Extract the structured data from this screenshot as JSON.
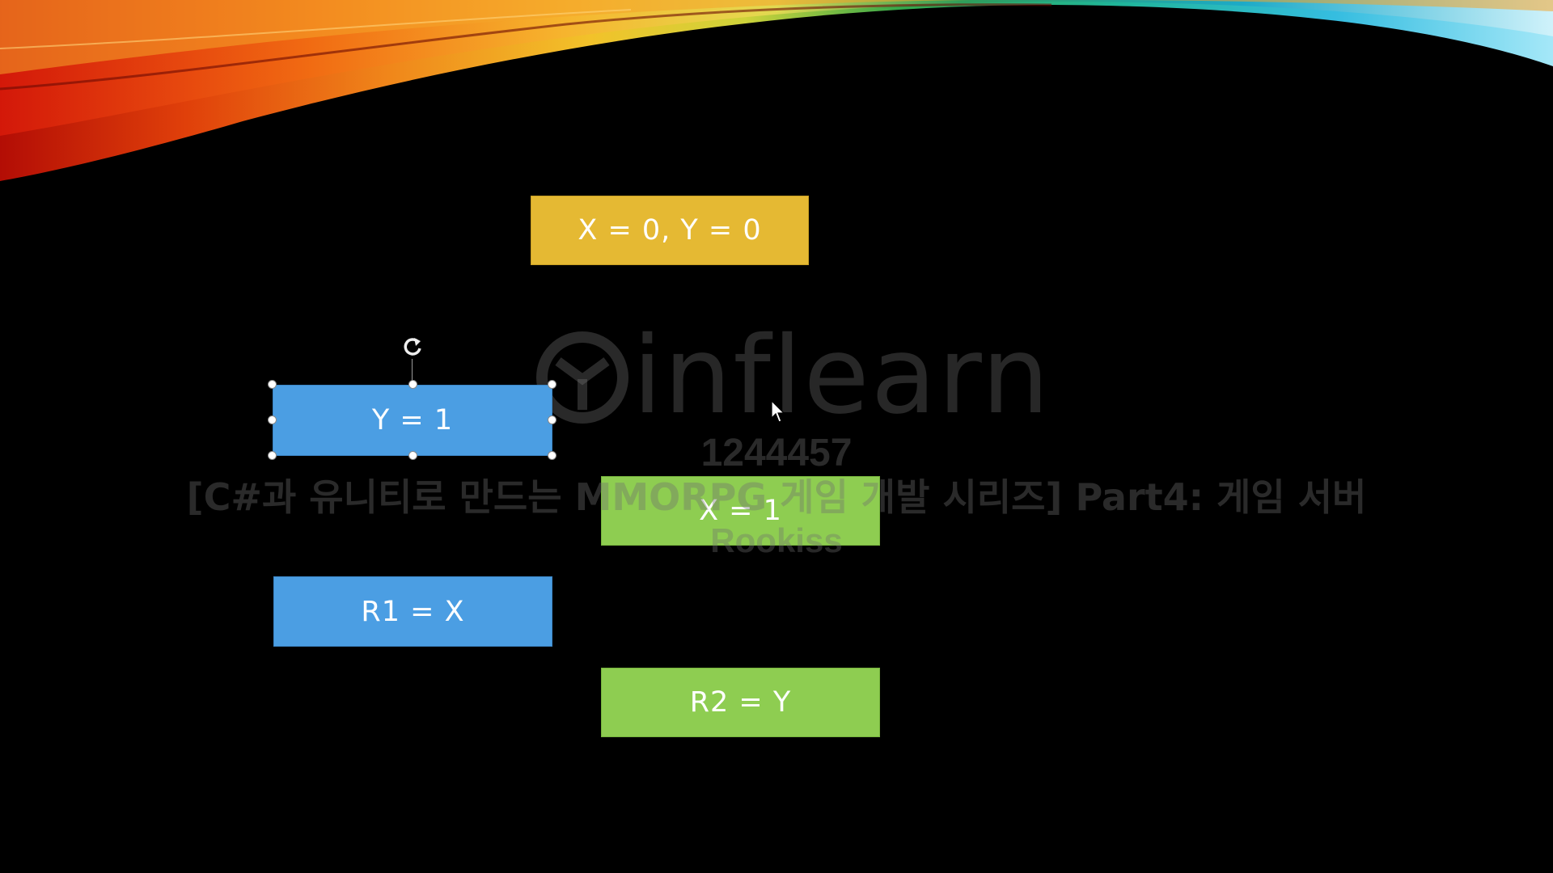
{
  "slide": {
    "boxes": {
      "init": "X = 0, Y = 0",
      "y1": "Y = 1",
      "x1": "X = 1",
      "r1": "R1 = X",
      "r2": "R2 = Y"
    },
    "colors": {
      "background": "#000000",
      "init_box": "#e5b933",
      "thread1_boxes": "#4b9ee3",
      "thread2_boxes": "#8ecd51"
    },
    "selected_box": "y1"
  },
  "watermark": {
    "logo_text": "inflearn",
    "id": "1244457",
    "course": "[C#과 유니티로 만드는 MMORPG 게임 개발 시리즈] Part4: 게임 서버",
    "author": "Rookiss"
  },
  "icons": {
    "rotate_handle": "rotate-icon",
    "cursor": "mouse-pointer-icon",
    "logo": "inflearn-logo-icon"
  }
}
